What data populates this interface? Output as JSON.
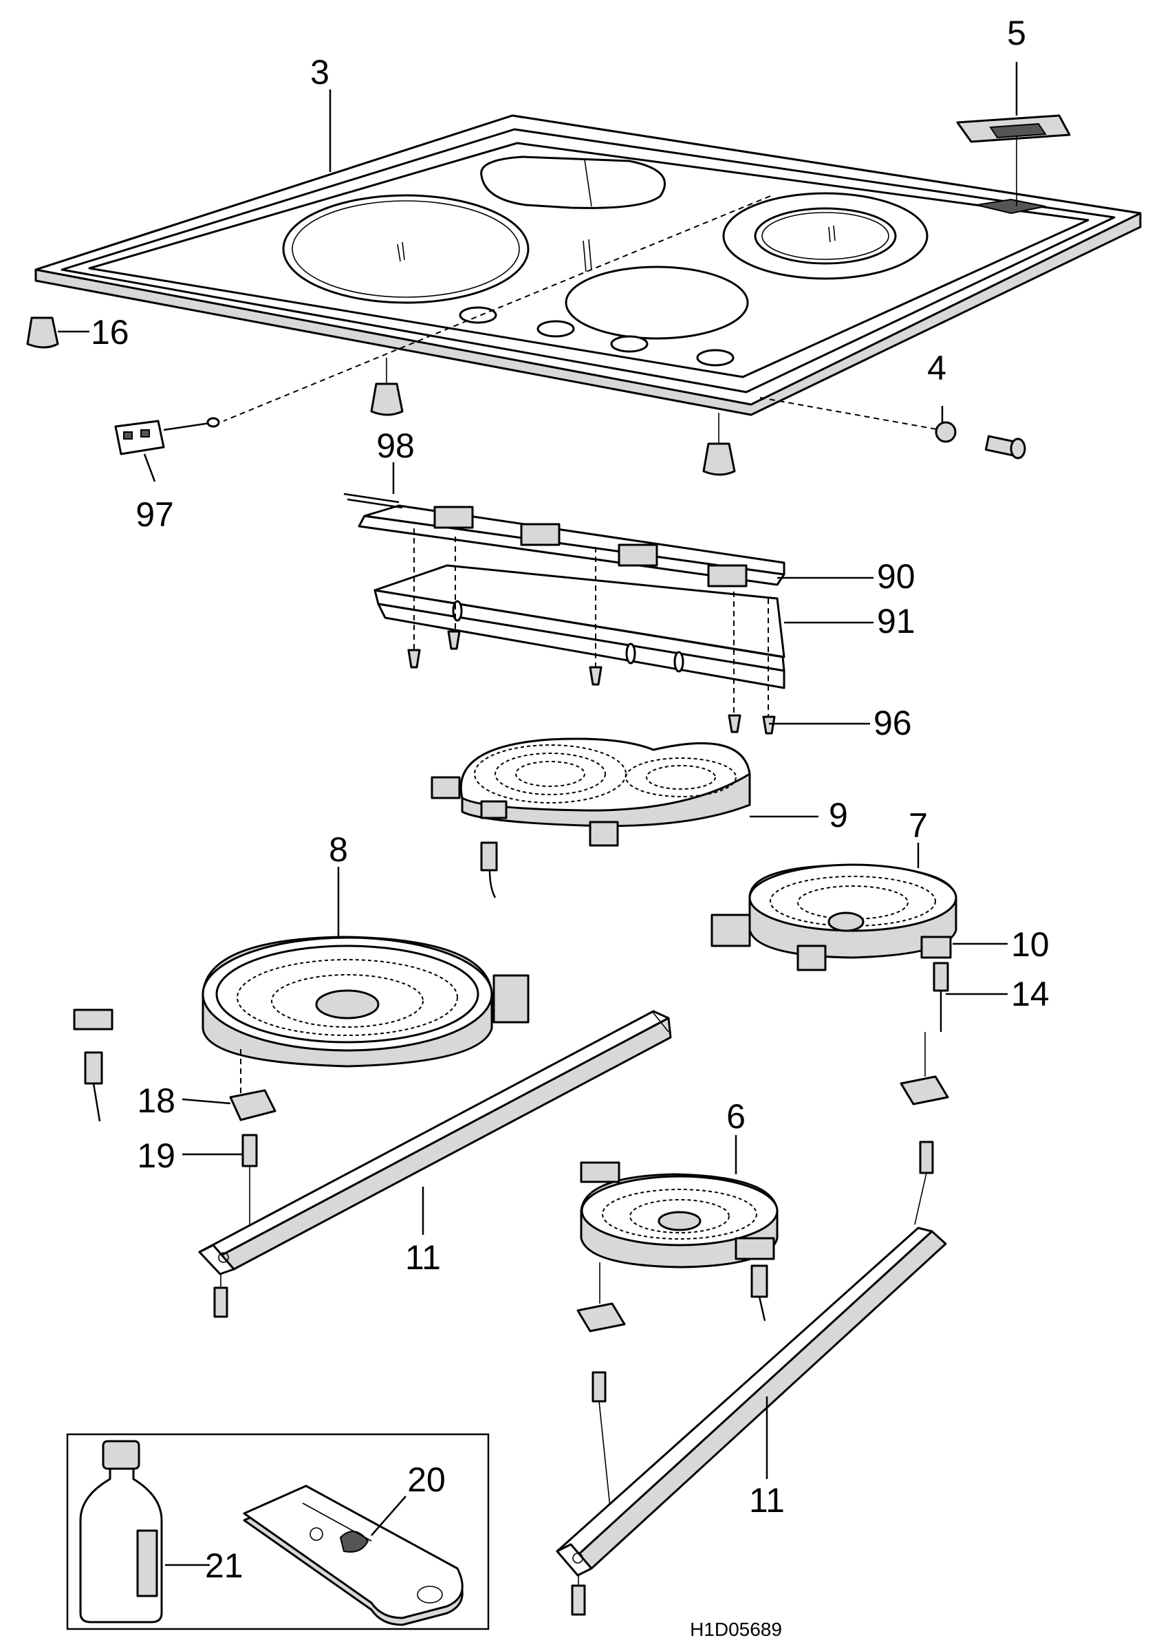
{
  "diagram": {
    "drawing_code": "H1D05689",
    "callouts": [
      "3",
      "5",
      "16",
      "4",
      "97",
      "98",
      "90",
      "91",
      "96",
      "9",
      "7",
      "8",
      "10",
      "14",
      "18",
      "19",
      "11",
      "6",
      "11",
      "20",
      "21"
    ]
  }
}
